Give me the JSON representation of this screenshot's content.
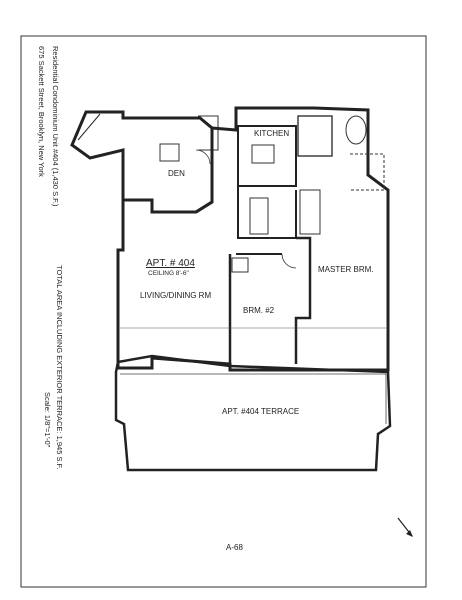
{
  "sheet": {
    "title_line1": "Residential Condominium Unit #404 (1,430 S.F.)",
    "title_line2": "675 Sackett Street, Brooklyn, New York",
    "total_area": "TOTAL AREA INCLUDING EXTERIOR TERRACE: 1,945 S.F.",
    "scale": "Scale: 1/8\"=1'-0\"",
    "page_number": "A-68"
  },
  "rooms": {
    "den": "DEN",
    "kitchen": "KITCHEN",
    "apt_name": "APT. # 404",
    "ceiling": "CEILING 8'-6\"",
    "living_dining": "LIVING/DINING RM",
    "master": "MASTER BRM.",
    "bedroom2": "BRM. #2",
    "terrace": "APT. #404 TERRACE"
  }
}
